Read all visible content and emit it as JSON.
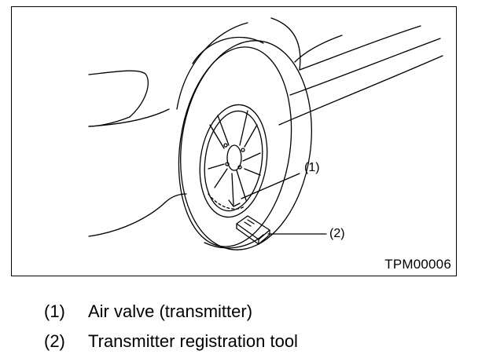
{
  "figure": {
    "code": "TPM00006",
    "callouts": [
      {
        "id": "callout-1",
        "label": "(1)"
      },
      {
        "id": "callout-2",
        "label": "(2)"
      }
    ]
  },
  "legend": [
    {
      "num": "(1)",
      "text": "Air valve (transmitter)"
    },
    {
      "num": "(2)",
      "text": "Transmitter registration tool"
    }
  ]
}
